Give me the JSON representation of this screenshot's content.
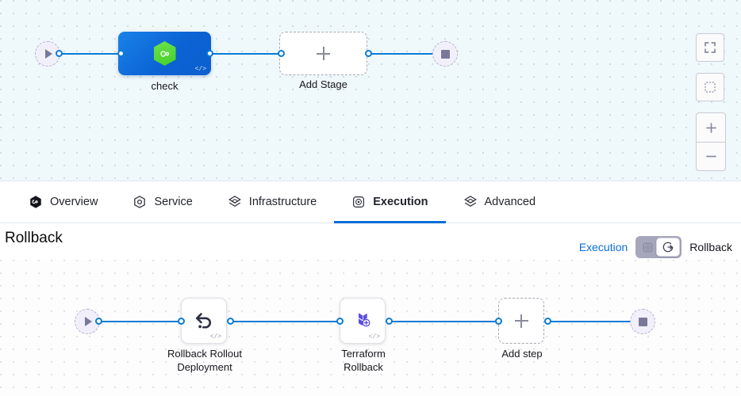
{
  "stage_canvas": {
    "start_node": {
      "name": "pipeline-start",
      "icon": "play-icon"
    },
    "end_node": {
      "name": "pipeline-end",
      "icon": "stop-icon"
    },
    "stages": [
      {
        "label": "check",
        "icon": "harness-hexagon-icon",
        "code_badge": "</>",
        "selected": true
      },
      {
        "label": "Add Stage",
        "icon": "plus-icon",
        "type": "add"
      }
    ],
    "controls": [
      {
        "name": "fit-to-screen-button",
        "icon": "fullscreen-icon"
      },
      {
        "name": "select-area-button",
        "icon": "marquee-select-icon"
      },
      {
        "name": "zoom-in-button",
        "icon": "plus-icon"
      },
      {
        "name": "zoom-out-button",
        "icon": "minus-icon"
      }
    ]
  },
  "tabs": [
    {
      "label": "Overview",
      "icon": "harness-filled-hexagon-icon",
      "active": false
    },
    {
      "label": "Service",
      "icon": "service-hexagon-icon",
      "active": false
    },
    {
      "label": "Infrastructure",
      "icon": "infrastructure-layers-icon",
      "active": false
    },
    {
      "label": "Execution",
      "icon": "execution-circles-icon",
      "active": true
    },
    {
      "label": "Advanced",
      "icon": "advanced-layers-icon",
      "active": false
    }
  ],
  "rollback_panel": {
    "title": "Rollback",
    "toggle": {
      "left_label": "Execution",
      "right_label": "Rollback",
      "selected": "Rollback",
      "left_icon": "execution-circles-icon",
      "right_icon": "rollback-arrow-circle-icon"
    },
    "start_node": {
      "name": "rollback-start",
      "icon": "play-icon"
    },
    "end_node": {
      "name": "rollback-end",
      "icon": "stop-icon"
    },
    "steps": [
      {
        "label": "Rollback Rollout\nDeployment",
        "icon": "rollback-arrow-icon",
        "code_badge": "</>"
      },
      {
        "label": "Terraform\nRollback",
        "icon": "terraform-icon",
        "code_badge": "</>"
      },
      {
        "label": "Add step",
        "icon": "plus-icon",
        "type": "add"
      }
    ]
  },
  "colors": {
    "accent_blue": "#0b6ed8",
    "edge_blue": "#0c7bd6",
    "stage_blue": "#0b63d4",
    "harness_green": "#45cf2c",
    "terraform_purple": "#5c4ee5",
    "canvas_top_bg": "#eff8fb"
  }
}
